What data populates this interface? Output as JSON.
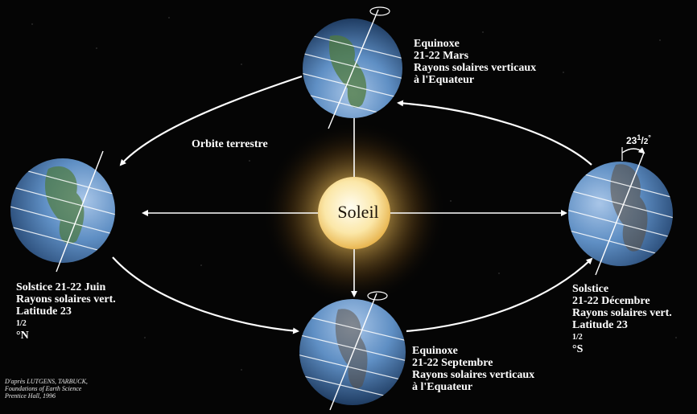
{
  "sun_label": "Soleil",
  "orbit_label": "Orbite terrestre",
  "angle_label": {
    "base": "23",
    "sup": "1",
    "tail": "/",
    "sub": "2",
    "deg": "°"
  },
  "equinox_march": {
    "line1": "Equinoxe",
    "line2": "21-22 Mars",
    "line3": "Rayons solaires verticaux",
    "line4": "à l'Equateur"
  },
  "equinox_september": {
    "line1": "Equinoxe",
    "line2": "21-22 Septembre",
    "line3": "Rayons solaires verticaux",
    "line4": "à l'Equateur"
  },
  "solstice_june": {
    "line1": "Solstice 21-22 Juin",
    "line2": "Rayons solaires vert.",
    "line3_prefix": "Latitude 23",
    "line3_frac": "1/2",
    "line3_suffix": " °N"
  },
  "solstice_december": {
    "line1": "Solstice",
    "line2": "21-22 Décembre",
    "line3": "Rayons solaires vert.",
    "line4_prefix": "Latitude 23",
    "line4_frac": "1/2",
    "line4_suffix": " °S"
  },
  "credit": {
    "line1": "D'après LUTGENS, TARBUCK,",
    "line2": "Foundations of Earth Science",
    "line3": "Prentice Hall, 1996"
  },
  "colors": {
    "background": "#050505",
    "sun_core": "#fffbe6",
    "sun_glow": "#f2c15a",
    "earth_blue": "#5f8fc4",
    "orbit": "#ffffff"
  }
}
